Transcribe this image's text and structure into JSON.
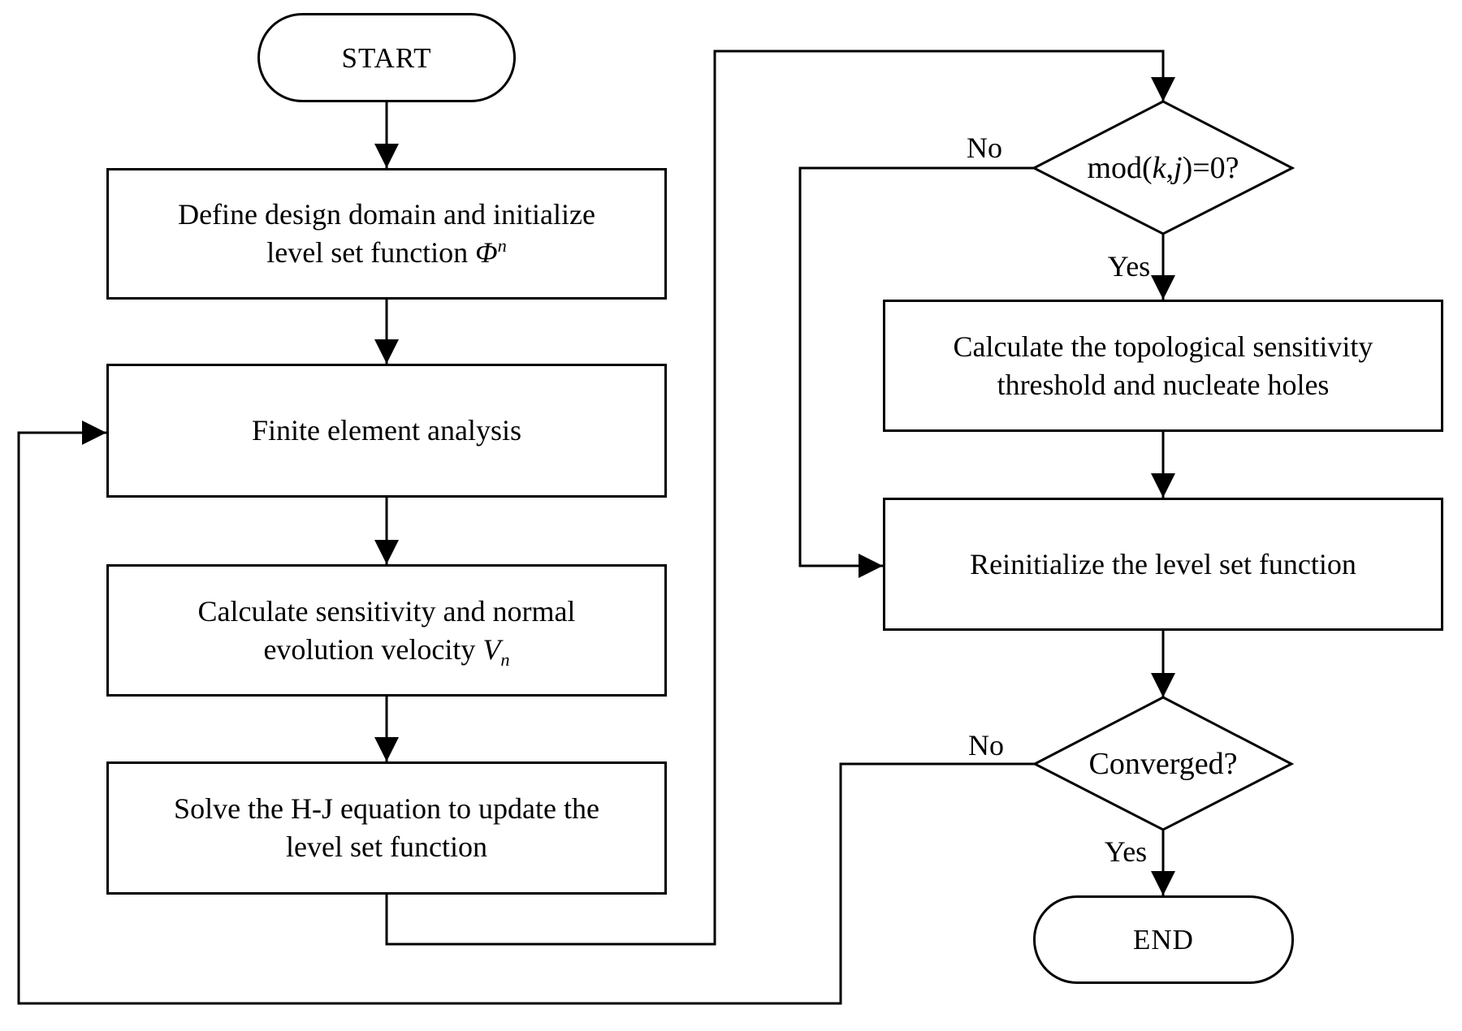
{
  "canvas": {
    "background": "#ffffff",
    "line_color": "#000000"
  },
  "nodes": {
    "start": {
      "label": "START"
    },
    "define": {
      "line1": "Define design domain and initialize",
      "line2_text": "level set function ",
      "line2_symbol": "Φ",
      "line2_sup": "n"
    },
    "fea": {
      "label": "Finite element analysis"
    },
    "calc_sensitivity": {
      "line1": "Calculate sensitivity and normal",
      "line2_text": "evolution velocity ",
      "line2_symbol": "V",
      "line2_sub": "n"
    },
    "solve_hj": {
      "line1": "Solve the H-J equation to update the",
      "line2": "level set function"
    },
    "mod_decision": {
      "pre": "mod(",
      "var_k": "k",
      "comma": ",",
      "var_j": "j",
      "post": ")=0?"
    },
    "topo_sensitivity": {
      "line1": "Calculate the topological sensitivity",
      "line2": "threshold and nucleate holes"
    },
    "reinitialize": {
      "label": "Reinitialize the level set function"
    },
    "converged_decision": {
      "label": "Converged?"
    },
    "end": {
      "label": "END"
    }
  },
  "edge_labels": {
    "mod_no": "No",
    "mod_yes": "Yes",
    "conv_no": "No",
    "conv_yes": "Yes"
  }
}
